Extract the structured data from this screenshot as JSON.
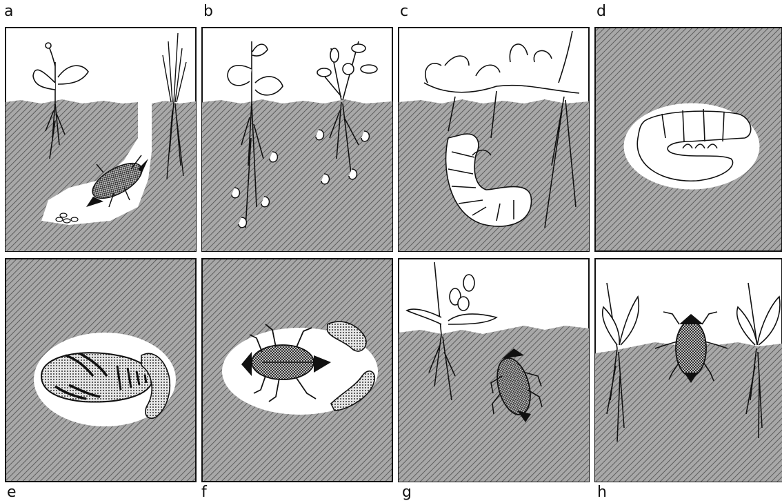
{
  "labels": {
    "a": "a",
    "b": "b",
    "c": "c",
    "d": "d",
    "e": "e",
    "f": "f",
    "g": "g",
    "h": "h"
  },
  "colors": {
    "soil": "#9a9a9a",
    "ink": "#111111",
    "cavity": "#ffffff"
  }
}
